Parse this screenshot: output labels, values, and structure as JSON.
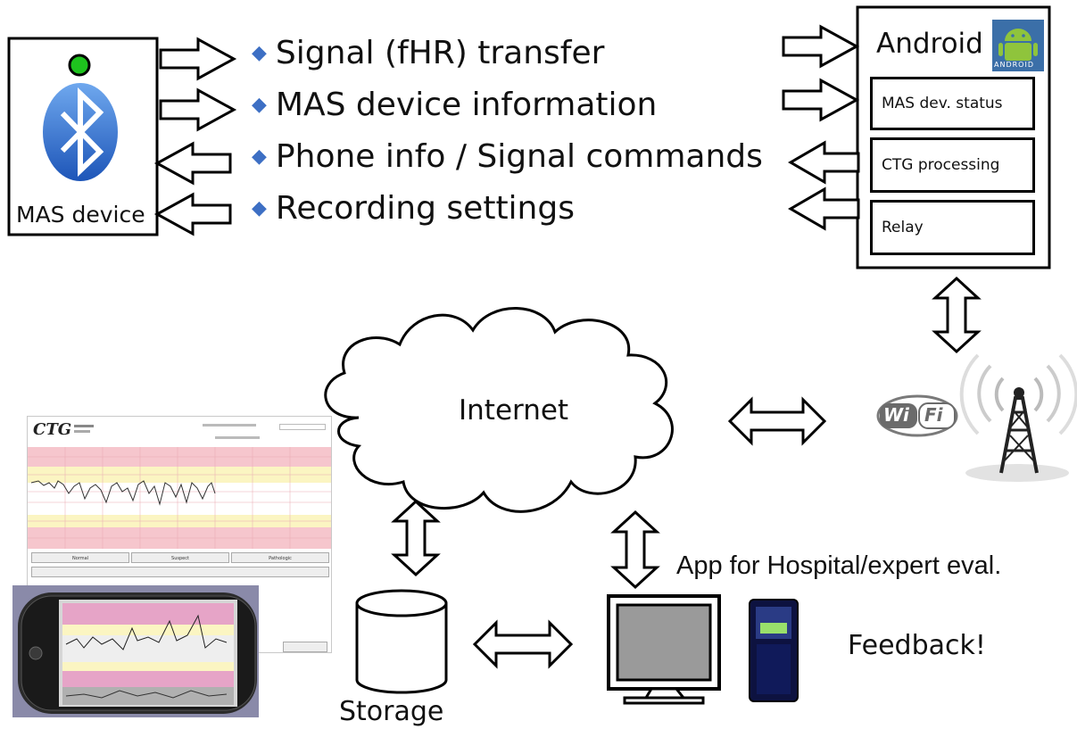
{
  "mas_device": {
    "label": "MAS device"
  },
  "bullets": [
    {
      "text": "Signal (fHR) transfer"
    },
    {
      "text": "MAS device information"
    },
    {
      "text": "Phone info / Signal commands"
    },
    {
      "text": "Recording settings"
    }
  ],
  "android": {
    "title": "Android",
    "logo_text": "ANDROID",
    "modules": [
      {
        "label": "MAS dev. status"
      },
      {
        "label": "CTG processing"
      },
      {
        "label": "Relay"
      }
    ]
  },
  "cloud": {
    "label": "Internet"
  },
  "wifi": {
    "left": "Wi",
    "right": "Fi"
  },
  "storage": {
    "label": "Storage"
  },
  "hospital": {
    "app_label": "App for Hospital/expert eval.",
    "feedback": "Feedback!"
  },
  "ctg_screen": {
    "logo": "CTG",
    "buttons": [
      "Normal",
      "Suspect",
      "Pathologic"
    ]
  },
  "colors": {
    "bullet": "#3d6fc4",
    "led_green": "#1ec31e",
    "bluetooth_blue": "#2f6fd0",
    "android_green": "#8fc43c",
    "ctg_pink": "#f6c6cd",
    "ctg_yellow": "#fbf5c2"
  }
}
